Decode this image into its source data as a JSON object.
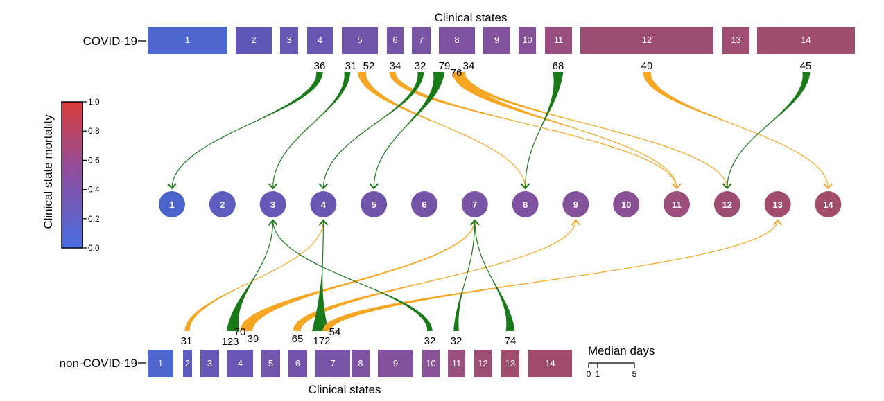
{
  "top": {
    "row_label": "COVID-19",
    "axis_title": "Clinical states",
    "states": [
      {
        "label": "1",
        "color": "#4e66cf"
      },
      {
        "label": "2",
        "color": "#6058b8"
      },
      {
        "label": "3",
        "color": "#6657b5"
      },
      {
        "label": "4",
        "color": "#6a56b2"
      },
      {
        "label": "5",
        "color": "#7155aa"
      },
      {
        "label": "6",
        "color": "#7554a8"
      },
      {
        "label": "7",
        "color": "#7854a5"
      },
      {
        "label": "8",
        "color": "#7c52a1"
      },
      {
        "label": "9",
        "color": "#82529c"
      },
      {
        "label": "10",
        "color": "#875198"
      },
      {
        "label": "11",
        "color": "#984f80"
      },
      {
        "label": "12",
        "color": "#9e4d72"
      },
      {
        "label": "13",
        "color": "#9f4d70"
      },
      {
        "label": "14",
        "color": "#a04c6c"
      }
    ]
  },
  "bottom": {
    "row_label": "non-COVID-19",
    "axis_title": "Clinical states",
    "states": [
      {
        "label": "1",
        "color": "#4e66cf"
      },
      {
        "label": "2",
        "color": "#5f5cc0"
      },
      {
        "label": "3",
        "color": "#6658b7"
      },
      {
        "label": "4",
        "color": "#6a56b2"
      },
      {
        "label": "5",
        "color": "#7056ad"
      },
      {
        "label": "6",
        "color": "#7354aa"
      },
      {
        "label": "7",
        "color": "#7853a6"
      },
      {
        "label": "8",
        "color": "#7d53a2"
      },
      {
        "label": "9",
        "color": "#83529c"
      },
      {
        "label": "10",
        "color": "#895197"
      },
      {
        "label": "11",
        "color": "#994f7f"
      },
      {
        "label": "12",
        "color": "#9e4d73"
      },
      {
        "label": "13",
        "color": "#a04d6f"
      },
      {
        "label": "14",
        "color": "#a14c6d"
      }
    ]
  },
  "nodes": [
    {
      "label": "1",
      "color": "#4a64cc"
    },
    {
      "label": "2",
      "color": "#5e5cbf"
    },
    {
      "label": "3",
      "color": "#6658b6"
    },
    {
      "label": "4",
      "color": "#6b57b1"
    },
    {
      "label": "5",
      "color": "#7155ab"
    },
    {
      "label": "6",
      "color": "#7554a8"
    },
    {
      "label": "7",
      "color": "#7a54a5"
    },
    {
      "label": "8",
      "color": "#7e52a0"
    },
    {
      "label": "9",
      "color": "#83529b"
    },
    {
      "label": "10",
      "color": "#8a5095"
    },
    {
      "label": "11",
      "color": "#9a4e7c"
    },
    {
      "label": "12",
      "color": "#9e4d72"
    },
    {
      "label": "13",
      "color": "#a04c6e"
    },
    {
      "label": "14",
      "color": "#a24c6b"
    }
  ],
  "legend": {
    "title": "Clinical state mortality",
    "ticks": [
      "1.0",
      "0.8",
      "0.6",
      "0.4",
      "0.2",
      "0.0"
    ],
    "color_low": "#4a6de0",
    "color_mid": "#8a4fa0",
    "color_high": "#d83c3c"
  },
  "scale": {
    "title": "Median days",
    "ticks": [
      "0",
      "1",
      "5"
    ]
  },
  "colors": {
    "improve": "#1a7a1a",
    "worsen": "#f5a623"
  },
  "top_transitions": [
    {
      "from": "4",
      "to": "1",
      "count": "36",
      "type": "improve"
    },
    {
      "from": "5",
      "to": "3",
      "count": "31",
      "type": "improve"
    },
    {
      "from": "5",
      "to": "8",
      "count": "52",
      "type": "worsen"
    },
    {
      "from": "6",
      "to": "11",
      "count": "34",
      "type": "worsen"
    },
    {
      "from": "7",
      "to": "4",
      "count": "32",
      "type": "improve"
    },
    {
      "from": "8",
      "to": "5",
      "count": "79",
      "type": "improve"
    },
    {
      "from": "8",
      "to": "11",
      "count": "76",
      "type": "worsen"
    },
    {
      "from": "8",
      "to": "12",
      "count": "34",
      "type": "worsen"
    },
    {
      "from": "11",
      "to": "8",
      "count": "68",
      "type": "improve"
    },
    {
      "from": "12",
      "to": "14",
      "count": "49",
      "type": "worsen"
    },
    {
      "from": "14",
      "to": "12",
      "count": "45",
      "type": "improve"
    }
  ],
  "bottom_transitions": [
    {
      "from": "2",
      "to": "4",
      "count": "31",
      "type": "worsen"
    },
    {
      "from": "4",
      "to": "3",
      "count": "123",
      "type": "improve"
    },
    {
      "from": "4",
      "to": "7",
      "count": "70",
      "type": "worsen"
    },
    {
      "from": "4",
      "to": "7",
      "count": "39",
      "type": "worsen"
    },
    {
      "from": "6",
      "to": "9",
      "count": "65",
      "type": "worsen"
    },
    {
      "from": "7",
      "to": "4",
      "count": "172",
      "type": "improve"
    },
    {
      "from": "7",
      "to": "13",
      "count": "54",
      "type": "worsen"
    },
    {
      "from": "10",
      "to": "3",
      "count": "32",
      "type": "improve"
    },
    {
      "from": "11",
      "to": "7",
      "count": "32",
      "type": "improve"
    },
    {
      "from": "13",
      "to": "7",
      "count": "74",
      "type": "improve"
    }
  ]
}
